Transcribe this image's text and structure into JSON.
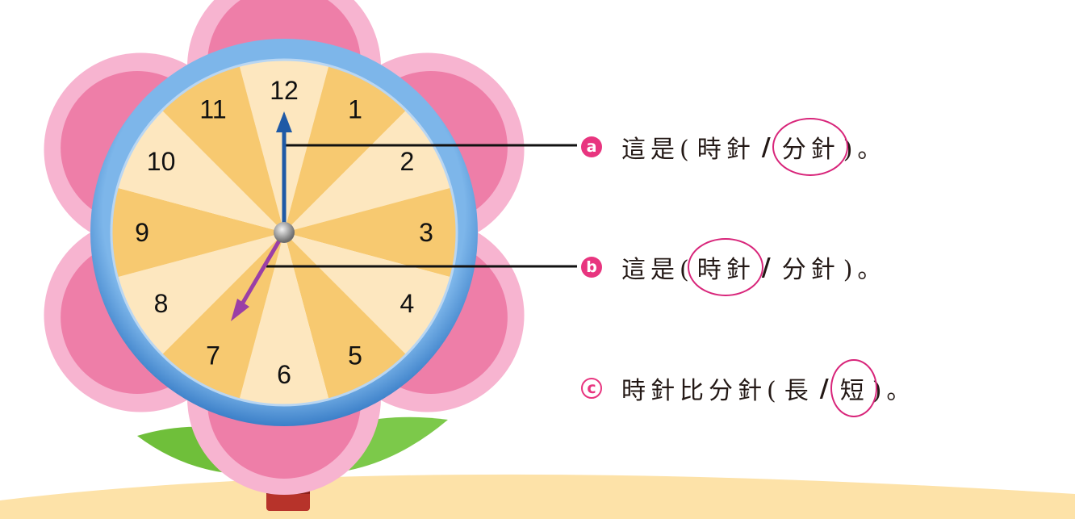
{
  "clock": {
    "numerals": [
      "12",
      "1",
      "2",
      "3",
      "4",
      "5",
      "6",
      "7",
      "8",
      "9",
      "10",
      "11"
    ],
    "colors": {
      "rim": "#4f95d7",
      "face_dark": "#f7c970",
      "face_light": "#fde7bf",
      "petal_outer": "#f7b4d0",
      "petal_inner": "#ee7ea8",
      "minute_hand": "#1f5aa6",
      "hour_hand": "#9b3fa6",
      "leaf": "#72c13c",
      "stem": "#c0392b",
      "ground": "#fde2a8"
    }
  },
  "questions": [
    {
      "badge": "a",
      "badge_style": "solid",
      "prefix": "這是(",
      "option1": "時針",
      "separator": "/",
      "option2": "分針",
      "suffix": ")。",
      "circled": "option2"
    },
    {
      "badge": "b",
      "badge_style": "solid",
      "prefix": "這是(",
      "option1": "時針",
      "separator": "/",
      "option2": "分針",
      "suffix": ")。",
      "circled": "option1"
    },
    {
      "badge": "c",
      "badge_style": "outline",
      "prefix": "時針比分針(",
      "option1": "長",
      "separator": "/",
      "option2": "短",
      "suffix": ")。",
      "circled": "option2"
    }
  ]
}
